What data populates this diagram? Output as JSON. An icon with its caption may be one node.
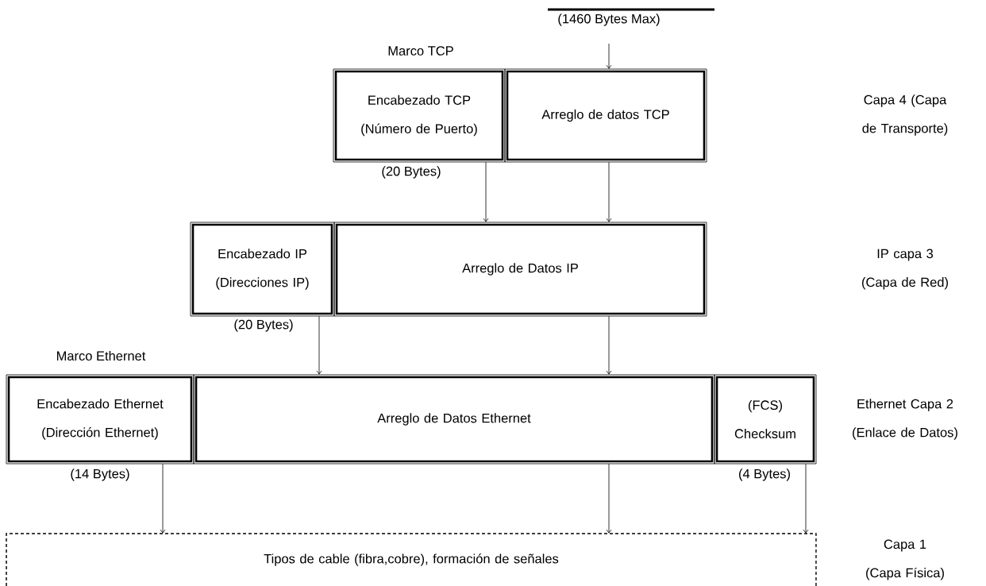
{
  "diagram": {
    "nodes": [
      {
        "text": [
          "Encabezado TCP (Número de Puerto)"
        ],
        "beside": [
          "(20 Bytes)"
        ]
      },
      {
        "text": [
          "Arreglo de datos TCP"
        ]
      },
      {
        "text": [
          "Encabezado IP (Direcciones IP)"
        ],
        "beside": [
          "(20 Bytes)"
        ]
      },
      {
        "text": [
          "Arreglo de Datos IP"
        ]
      },
      {
        "text": [
          "Encabezado Ethernet (Dirección Ethernet)"
        ],
        "beside": [
          "(14 Bytes)"
        ]
      },
      {
        "text": [
          "Arreglo de Datos Ethernet"
        ]
      },
      {
        "text": [
          "(FCS) Checksum"
        ],
        "beside": [
          "(4 Bytes)"
        ]
      },
      {
        "text": [
          "Tipos de cable (fibra,cobre), formación de señales"
        ]
      }
    ],
    "edges": [
      {
        "from": null,
        "to": 1,
        "arrow": "to"
      },
      {
        "from": 0,
        "to": 3,
        "arrow": "to"
      },
      {
        "from": 1,
        "to": 3,
        "arrow": "to"
      },
      {
        "from": 2,
        "to": 5,
        "arrow": "to"
      },
      {
        "from": 3,
        "to": 5,
        "arrow": "to"
      },
      {
        "from": 4,
        "to": 7,
        "arrow": "to"
      },
      {
        "from": 5,
        "to": 7,
        "arrow": "to"
      },
      {
        "from": 6,
        "to": 7,
        "arrow": "to"
      }
    ],
    "labels": [
      "(1460 Bytes Max)",
      "Marco TCP",
      "Capa 4 (Capa de Transporte)",
      "IP capa 3 (Capa de Red)",
      "Marco Ethernet",
      "Ethernet Capa 2 (Enlace de Datos)",
      "Capa 1 (Capa Física)"
    ]
  }
}
